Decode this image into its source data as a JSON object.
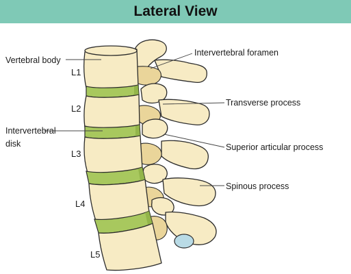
{
  "header": {
    "title": "Lateral View"
  },
  "labels": {
    "vertebral_body": "Vertebral body",
    "intervertebral_foramen": "Intervertebral foramen",
    "transverse_process": "Transverse process",
    "intervertebral_disk_line1": "Intervertebral",
    "intervertebral_disk_line2": "disk",
    "superior_articular_process": "Superior articular process",
    "spinous_process": "Spinous process"
  },
  "levels": [
    "L1",
    "L2",
    "L3",
    "L4",
    "L5"
  ],
  "colors": {
    "header_bg": "#7fc9b6",
    "bone": "#f7ebc4",
    "disk": "#a8c85e",
    "canal": "#b9dbe6"
  }
}
